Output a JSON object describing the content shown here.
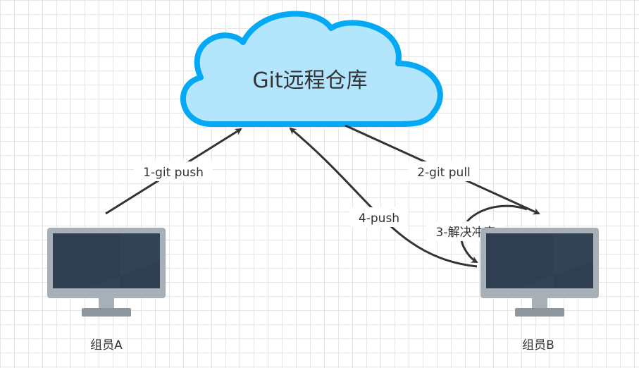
{
  "repository": {
    "label": "Git远程仓库"
  },
  "members": [
    {
      "label": "组员A"
    },
    {
      "label": "组员B"
    }
  ],
  "edges": [
    {
      "label": "1-git push"
    },
    {
      "label": "2-git pull"
    },
    {
      "label": "3-解决冲突"
    },
    {
      "label": "4-push"
    }
  ],
  "colors": {
    "cloud_fill": "#b3e5fc",
    "cloud_stroke": "#03a9f4",
    "monitor_frame": "#a7b0b6",
    "monitor_screen": "#2f3f51",
    "monitor_stand": "#8d969c",
    "arrow": "#333333"
  }
}
